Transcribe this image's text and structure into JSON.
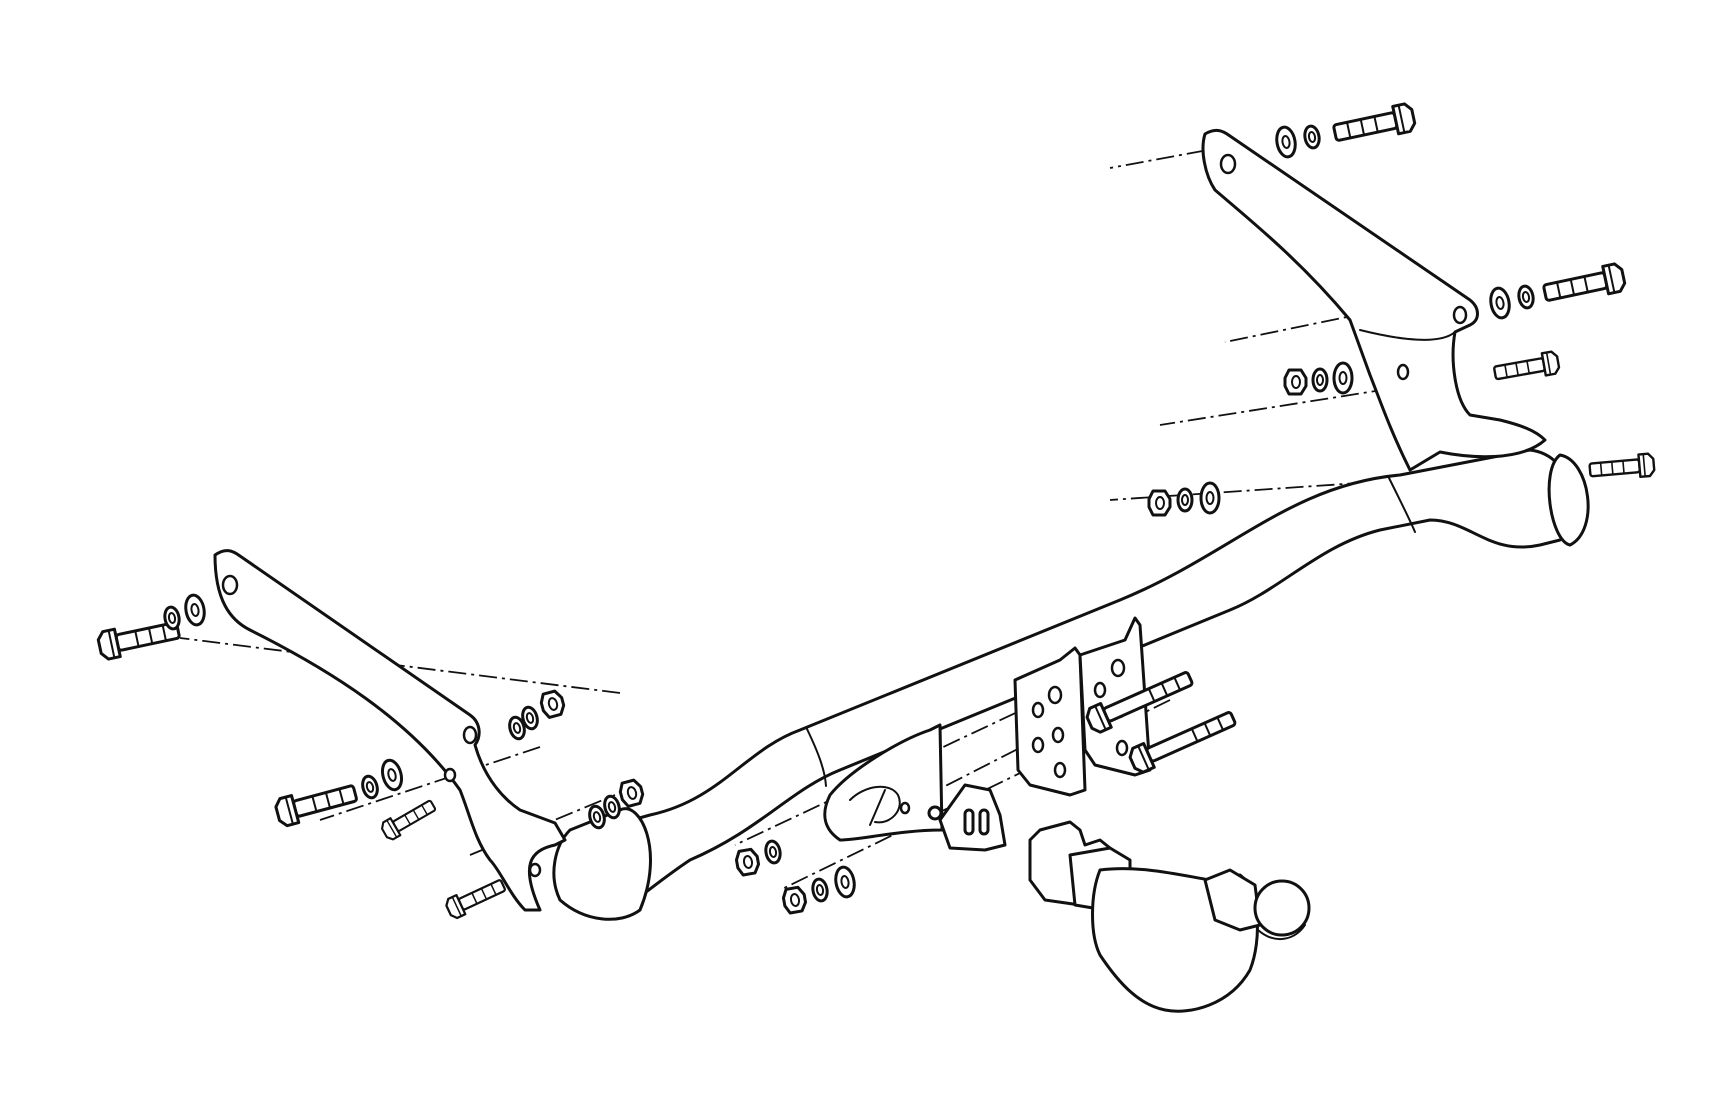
{
  "diagram": {
    "kind": "exploded-assembly",
    "subject": "tow bar",
    "colors": {
      "line": "#111111",
      "background": "#ffffff"
    },
    "parts": {
      "crossbar": "main-crossbar",
      "left_bracket": "left-side-bracket",
      "right_bracket": "right-side-bracket",
      "mount_plate": "center-mount-plate",
      "socket_plate": "electrical-socket-plate",
      "small_bracket": "small-socket-bracket",
      "tow_ball": "tow-ball-neck",
      "fasteners": "bolts-washers-nuts"
    }
  }
}
